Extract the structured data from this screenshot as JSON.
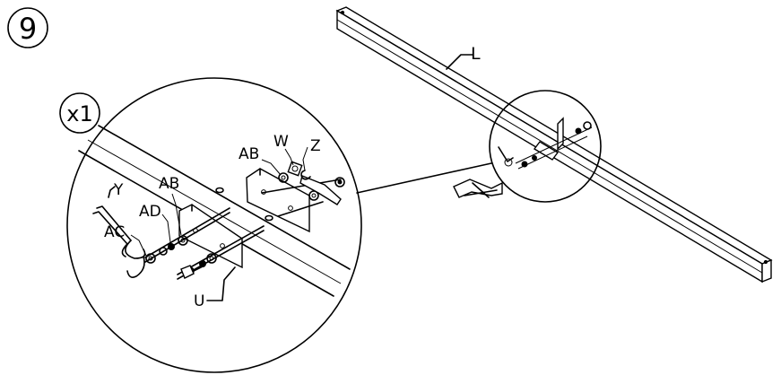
{
  "step_number": "9",
  "quantity_badge": "x1",
  "part_labels": {
    "beam": "L",
    "allen_key": "Y",
    "washer_ac": "AC",
    "spring_washer_ad": "AD",
    "washer_ab_left": "AB",
    "bracket_plate": "U",
    "washer_ab_right": "AB",
    "nut": "W",
    "barrel_nut": "Z"
  },
  "colors": {
    "line": "#000000",
    "background": "#ffffff"
  },
  "icons": [
    "wrench-icon"
  ]
}
